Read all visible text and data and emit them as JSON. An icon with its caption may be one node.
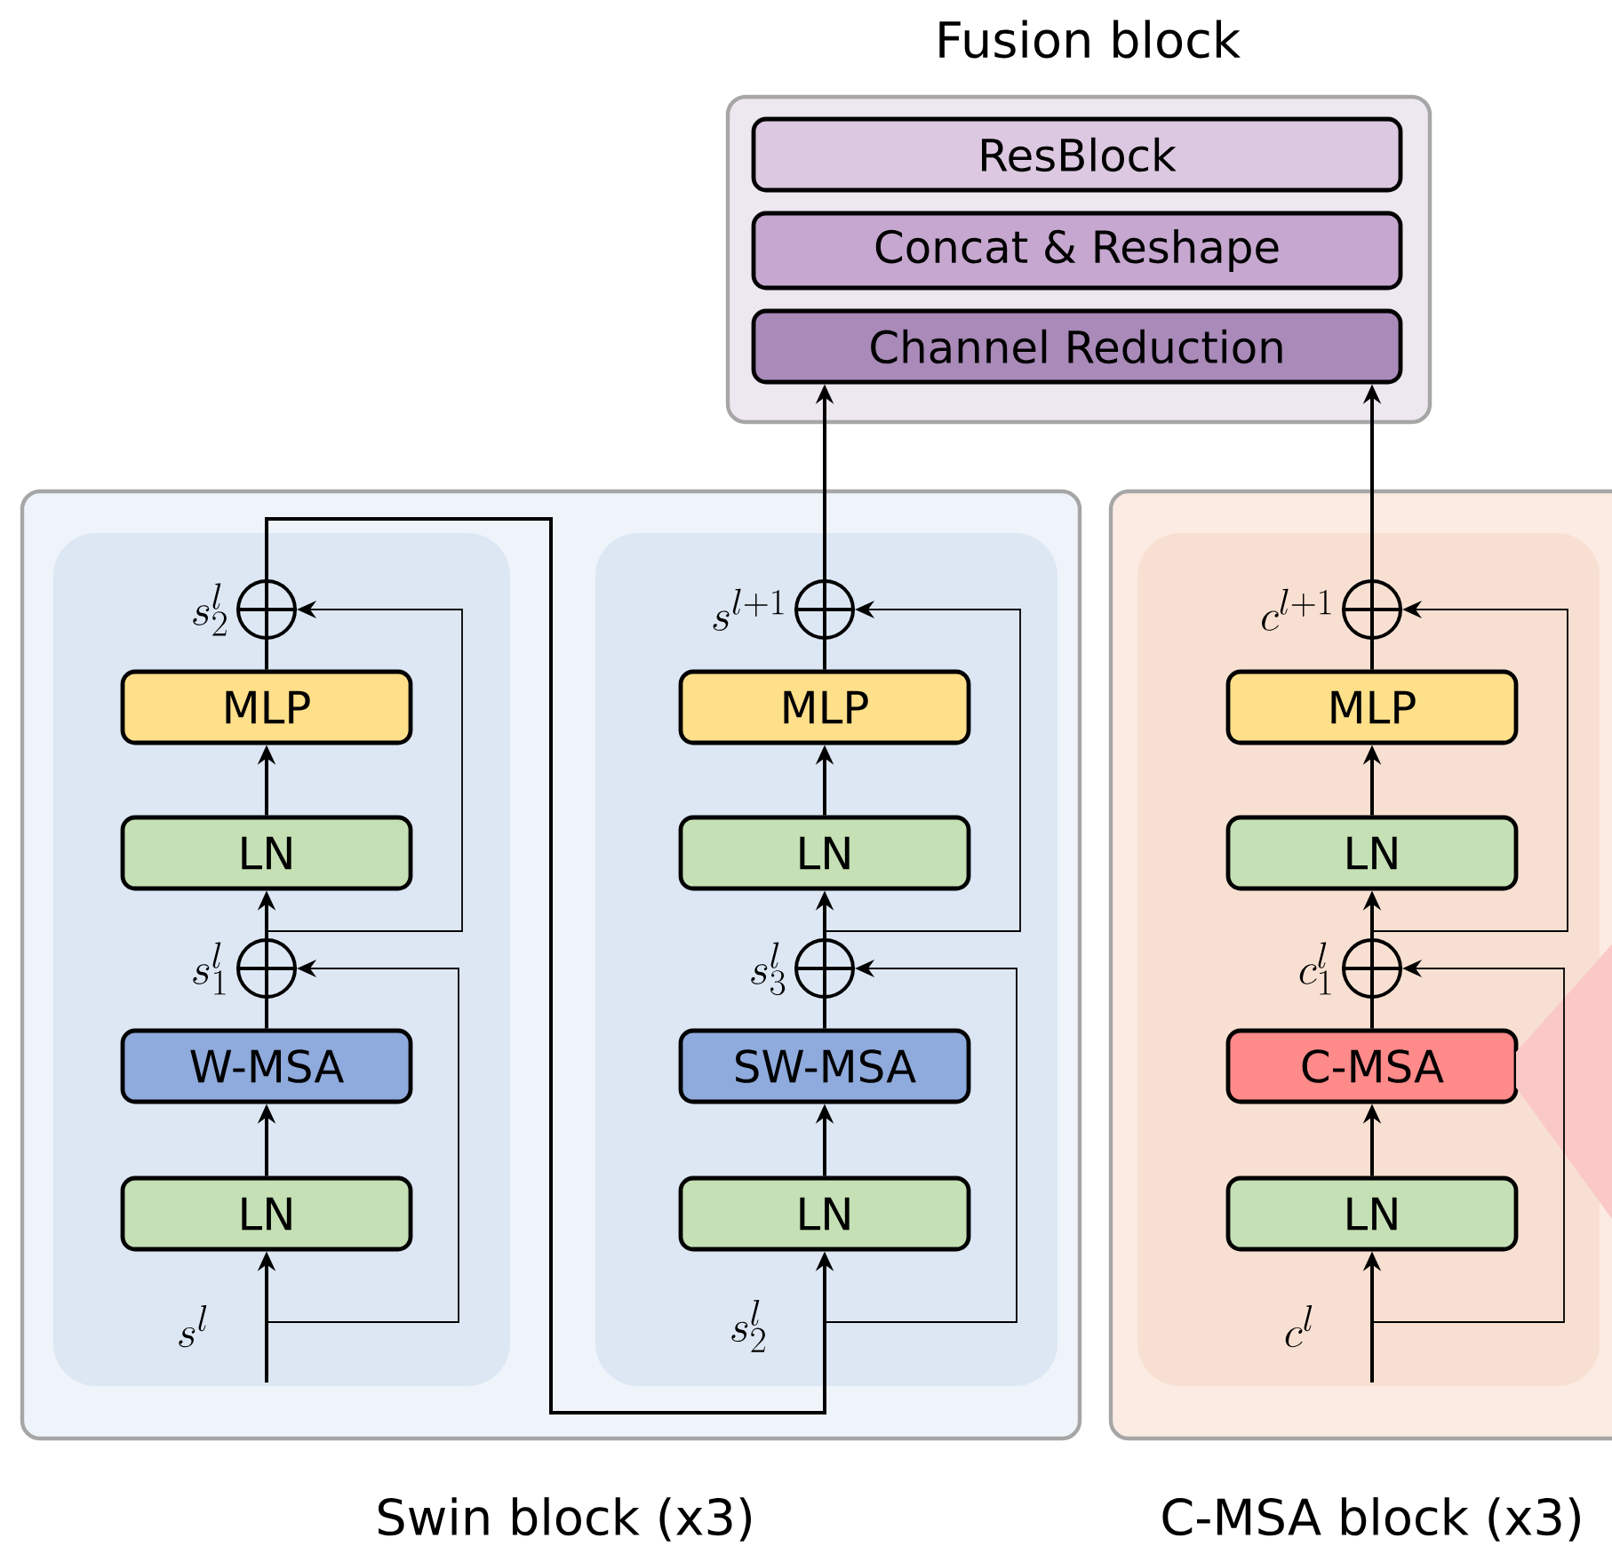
{
  "diagram": {
    "nodes": [
      {
        "text": [
          "Fusion block"
        ]
      },
      {
        "text": [
          "ResBlock"
        ],
        "in": 0
      },
      {
        "text": [
          "Concat & Reshape"
        ],
        "in": 0
      },
      {
        "text": [
          "Channel Reduction"
        ],
        "in": 0
      },
      {
        "text": [
          "Swin block (x3)"
        ]
      },
      {
        "text": [
          "LN"
        ],
        "in": 4
      },
      {
        "text": [
          "W-MSA"
        ],
        "in": 4
      },
      {
        "text": [],
        "shape": "circle",
        "beside": [
          "s^{l}_{1}"
        ],
        "in": 4
      },
      {
        "text": [
          "LN"
        ],
        "in": 4
      },
      {
        "text": [
          "MLP"
        ],
        "in": 4
      },
      {
        "text": [],
        "shape": "circle",
        "beside": [
          "s^{l}_{2}"
        ],
        "in": 4
      },
      {
        "text": [
          "LN"
        ],
        "in": 4
      },
      {
        "text": [
          "SW-MSA"
        ],
        "in": 4
      },
      {
        "text": [],
        "shape": "circle",
        "beside": [
          "s^{l}_{3}"
        ],
        "in": 4
      },
      {
        "text": [
          "LN"
        ],
        "in": 4
      },
      {
        "text": [
          "MLP"
        ],
        "in": 4
      },
      {
        "text": [],
        "shape": "circle",
        "beside": [
          "s^{l+1}"
        ],
        "in": 4
      },
      {
        "text": [
          "C-MSA block (x3)"
        ]
      },
      {
        "text": [
          "LN"
        ],
        "in": 17
      },
      {
        "text": [
          "C-MSA"
        ],
        "in": 17
      },
      {
        "text": [],
        "shape": "circle",
        "beside": [
          "c^{l}_{1}"
        ],
        "in": 17
      },
      {
        "text": [
          "LN"
        ],
        "in": 17
      },
      {
        "text": [
          "MLP"
        ],
        "in": 17
      },
      {
        "text": [],
        "shape": "circle",
        "beside": [
          "c^{l+1}"
        ],
        "in": 17
      }
    ],
    "edges": [
      {
        "from": null,
        "to": 5,
        "arrow": "to",
        "label": "s^{l}"
      },
      {
        "from": 5,
        "to": 6,
        "arrow": "to"
      },
      {
        "from": 6,
        "to": 7,
        "arrow": "none"
      },
      {
        "from": null,
        "to": 7,
        "arrow": "to"
      },
      {
        "from": 7,
        "to": 8,
        "arrow": "to"
      },
      {
        "from": 7,
        "to": 10,
        "arrow": "to"
      },
      {
        "from": 8,
        "to": 9,
        "arrow": "to"
      },
      {
        "from": 9,
        "to": 10,
        "arrow": "none"
      },
      {
        "from": 10,
        "to": 11,
        "arrow": "to",
        "label": "s^{l}_{2}"
      },
      {
        "from": 11,
        "to": 12,
        "arrow": "to"
      },
      {
        "from": 12,
        "to": 13,
        "arrow": "none"
      },
      {
        "from": null,
        "to": 13,
        "arrow": "to"
      },
      {
        "from": 13,
        "to": 14,
        "arrow": "to"
      },
      {
        "from": 13,
        "to": 16,
        "arrow": "to"
      },
      {
        "from": 14,
        "to": 15,
        "arrow": "to"
      },
      {
        "from": 15,
        "to": 16,
        "arrow": "none"
      },
      {
        "from": 16,
        "to": 3,
        "arrow": "to"
      },
      {
        "from": null,
        "to": 18,
        "arrow": "to",
        "label": "c^{l}"
      },
      {
        "from": 18,
        "to": 19,
        "arrow": "to"
      },
      {
        "from": 19,
        "to": 20,
        "arrow": "none"
      },
      {
        "from": null,
        "to": 20,
        "arrow": "to"
      },
      {
        "from": 20,
        "to": 21,
        "arrow": "to"
      },
      {
        "from": 20,
        "to": 23,
        "arrow": "to"
      },
      {
        "from": 21,
        "to": 22,
        "arrow": "to"
      },
      {
        "from": 22,
        "to": 23,
        "arrow": "none"
      },
      {
        "from": 23,
        "to": 3,
        "arrow": "to"
      }
    ]
  }
}
